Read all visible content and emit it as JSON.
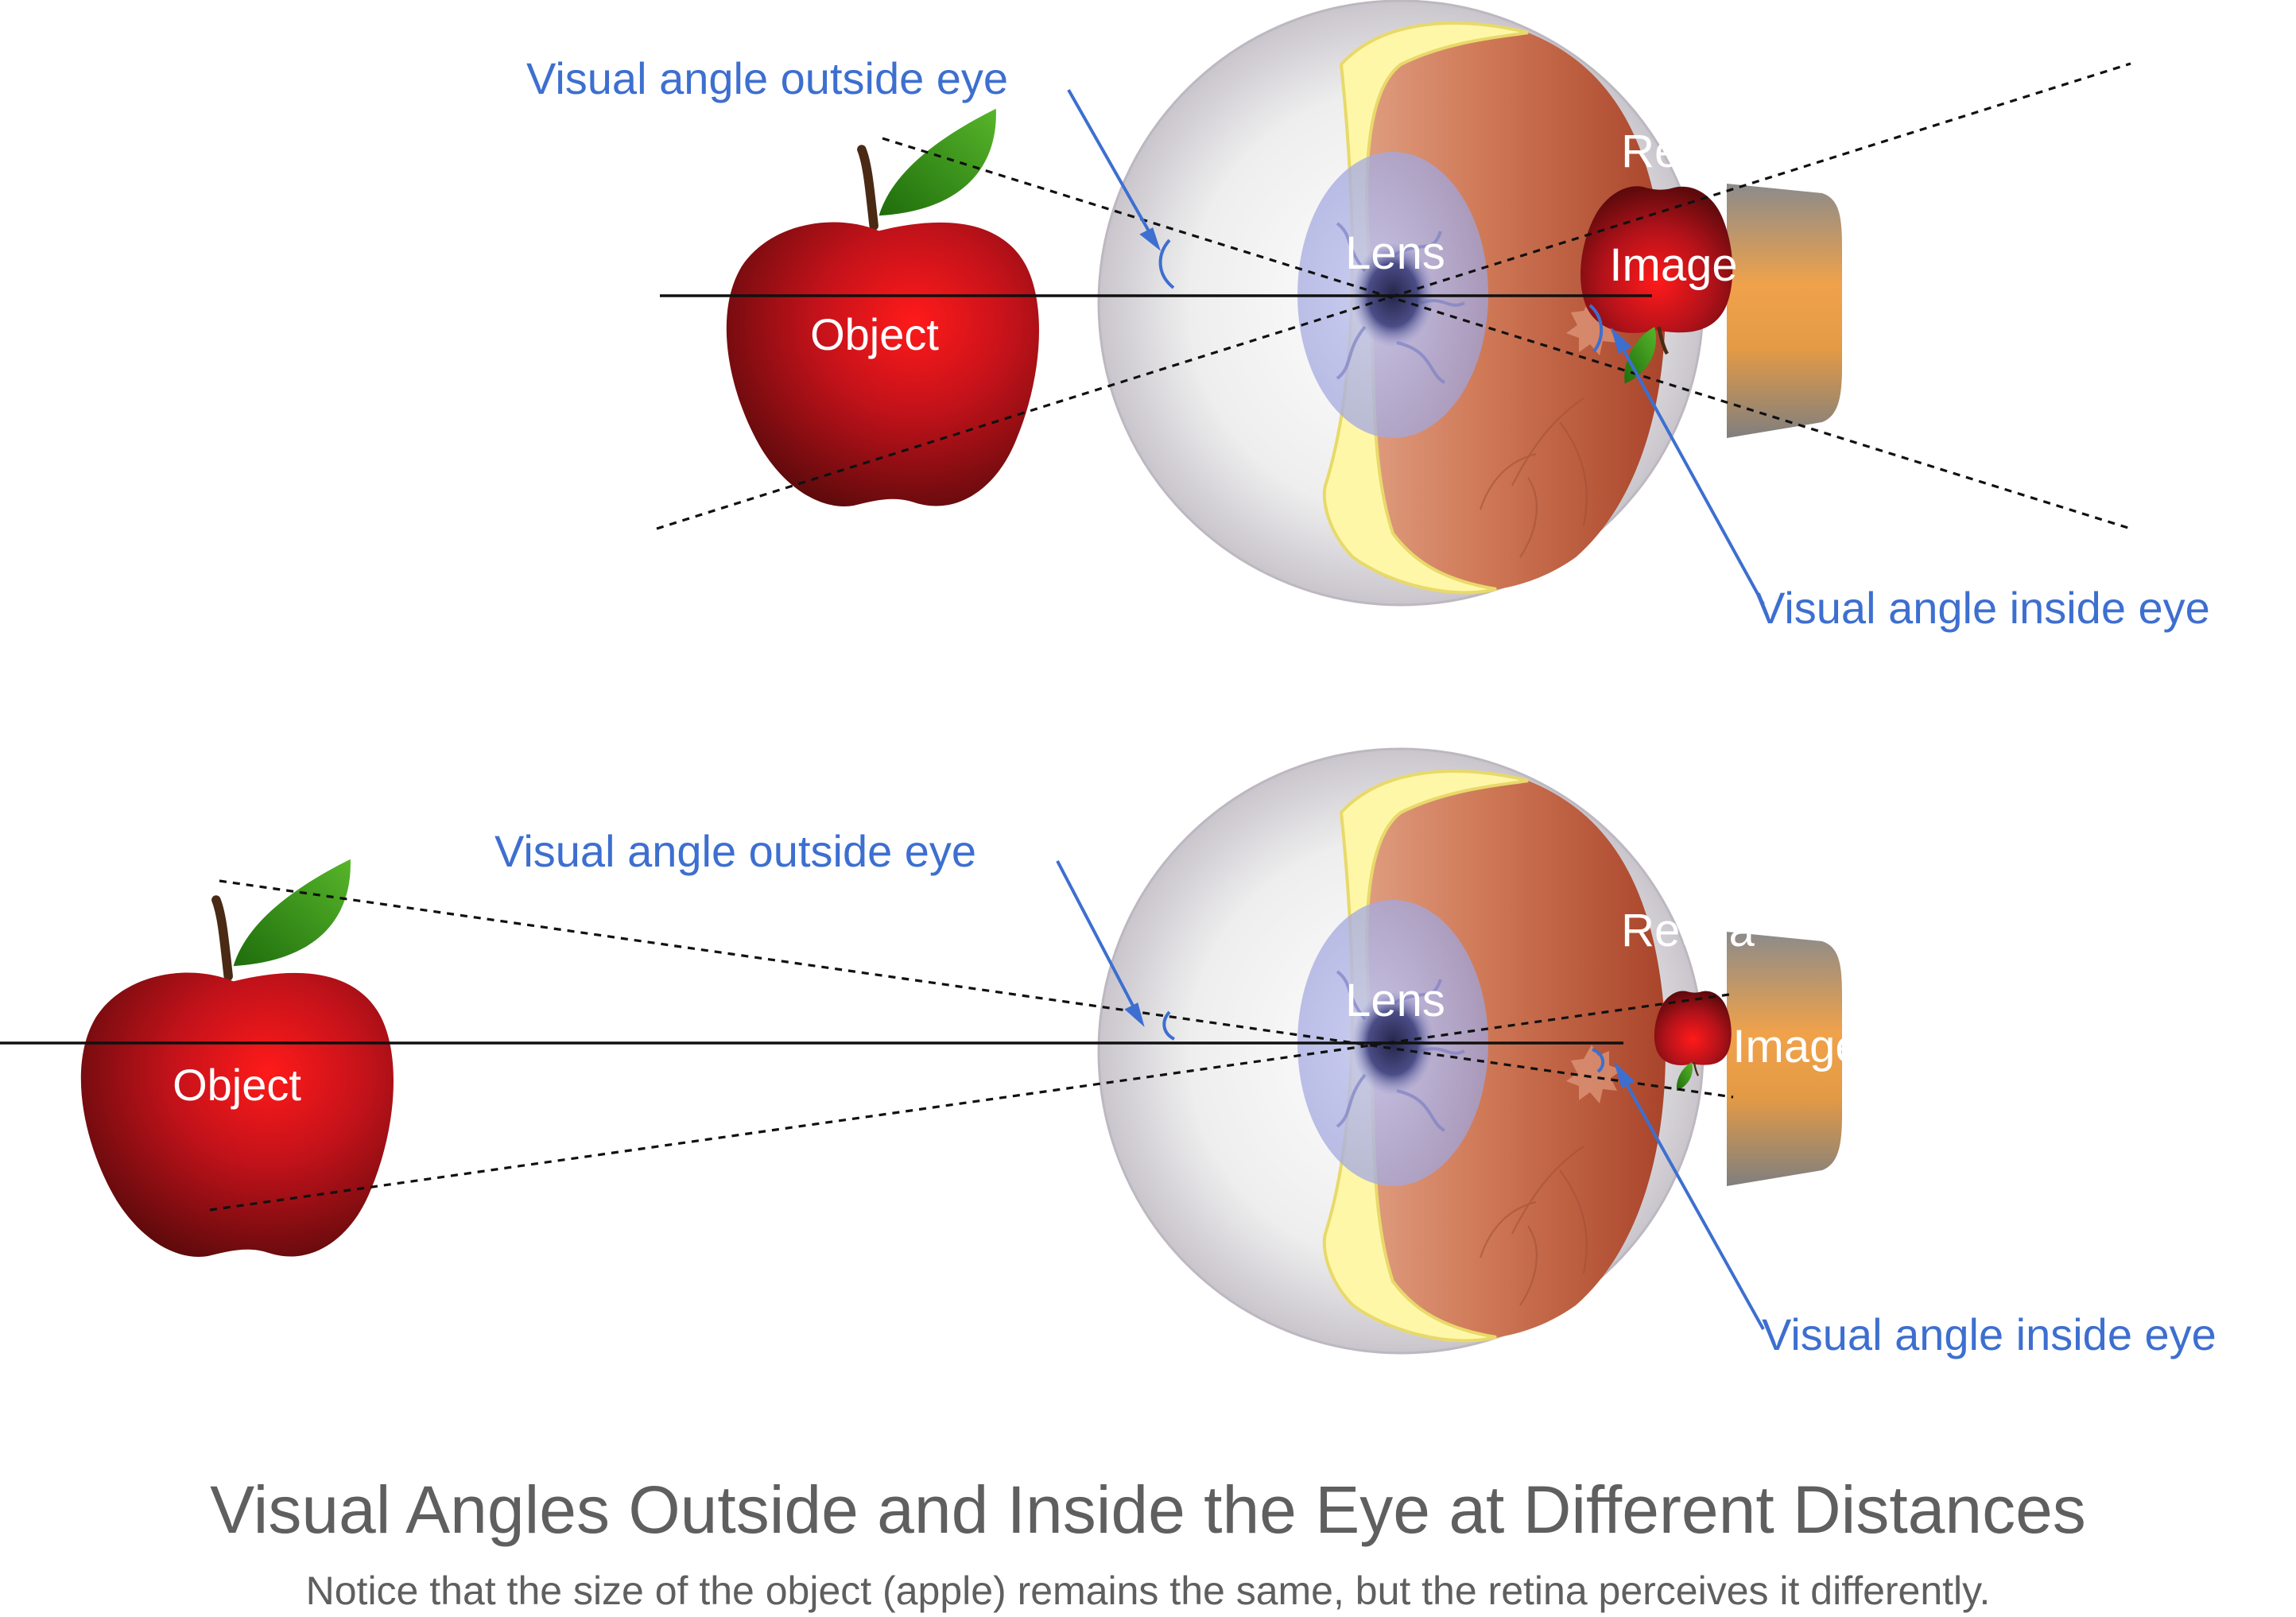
{
  "panels": [
    {
      "object_label": "Object",
      "lens_label": "Lens",
      "retina_label": "Retina",
      "image_label": "Image",
      "outside_angle_label": "Visual angle outside eye",
      "inside_angle_label": "Visual angle inside eye"
    },
    {
      "object_label": "Object",
      "lens_label": "Lens",
      "retina_label": "Retina",
      "image_label": "Image",
      "outside_angle_label": "Visual angle outside eye",
      "inside_angle_label": "Visual angle inside eye"
    }
  ],
  "title": "Visual Angles Outside and Inside the Eye at Different Distances",
  "subtitle": "Notice that the size of the object (apple) remains the same, but the retina perceives it differently.",
  "colors": {
    "annotation_blue": "#3d6fd0",
    "apple_red": "#b5121b",
    "leaf_green": "#3d8f1a",
    "retina_brown": "#c4694a",
    "lens_blue": "#a9aee0",
    "title_gray": "#5f5f5f"
  },
  "icons": [
    "apple-object",
    "eyeball",
    "lens",
    "retina",
    "optic-nerve",
    "inverted-apple-image"
  ]
}
